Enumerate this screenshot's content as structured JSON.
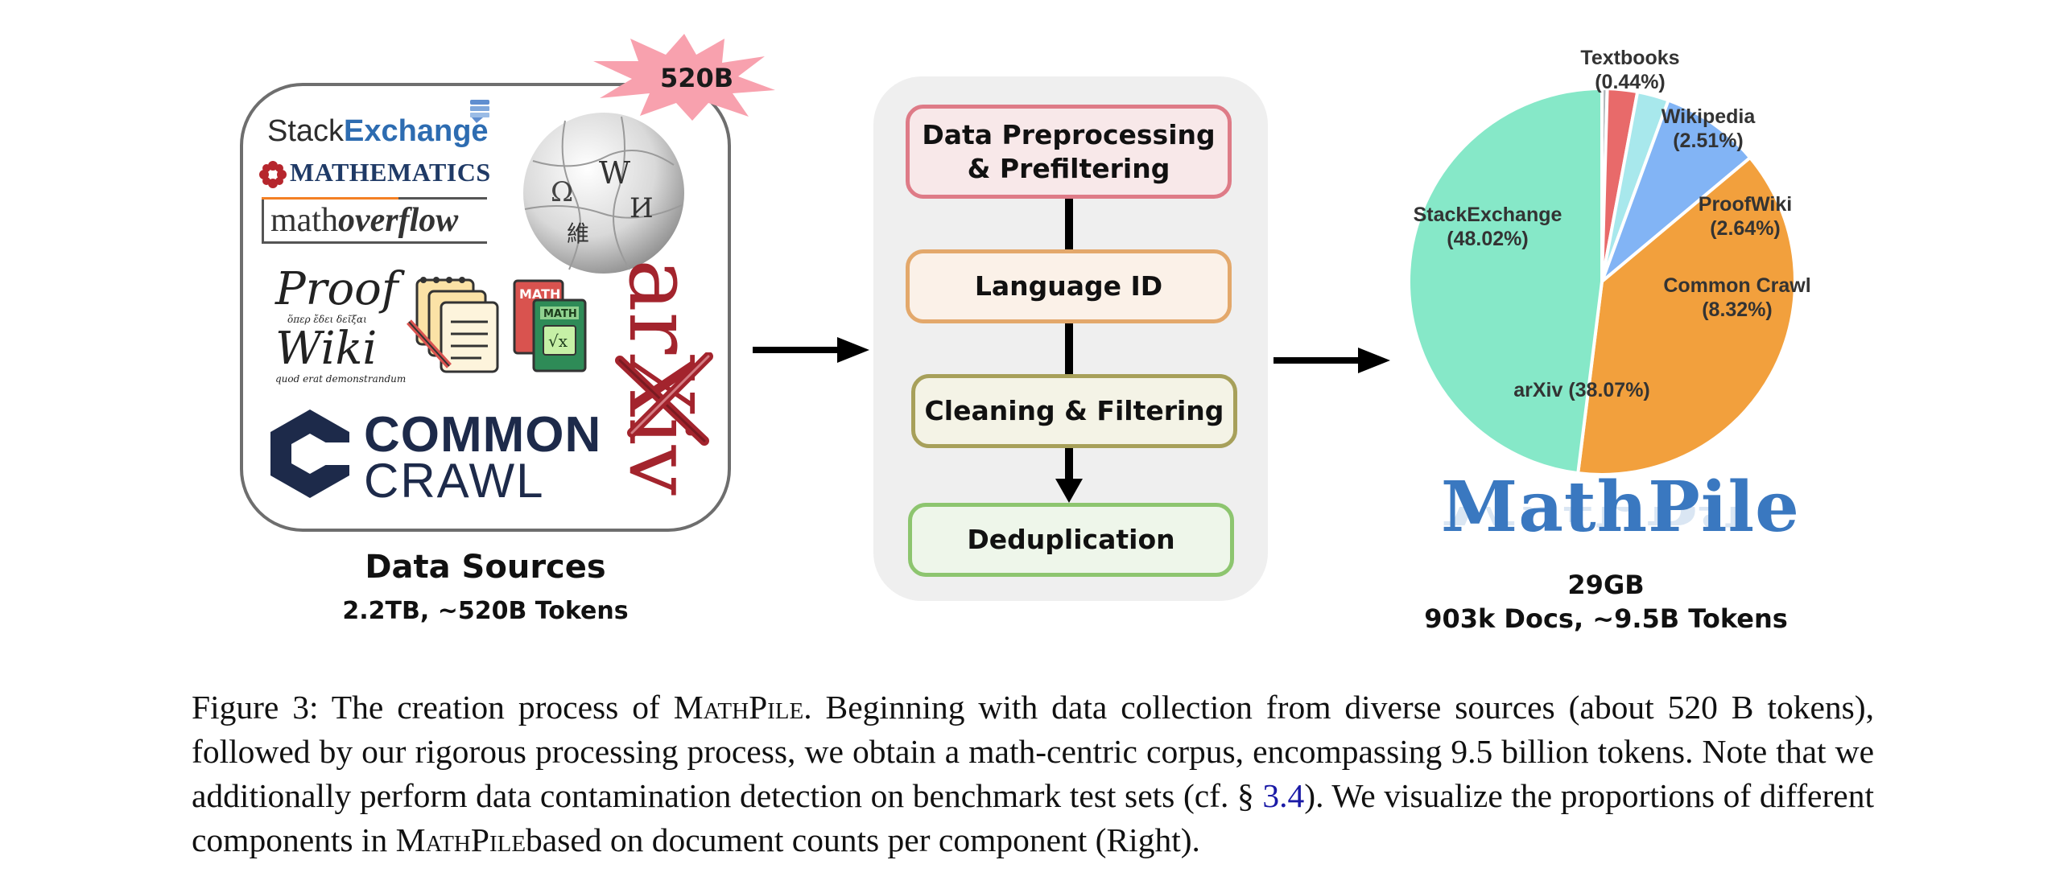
{
  "sources": {
    "burst_label": "520B",
    "stackexchange": {
      "part1": "Stack",
      "part2": "Exchange"
    },
    "mathematics": "MATHEMATICS",
    "mathoverflow": {
      "part1": "math",
      "part2": "overflow"
    },
    "proofwiki": {
      "line1": "Proof",
      "greek": "ὅπερ ἔδει δεῖξαι",
      "line2": "Wiki",
      "latin": "quod erat demonstrandum"
    },
    "commoncrawl": {
      "line1": "COMMON",
      "line2": "CRAWL"
    },
    "arxiv": "arXiv",
    "wiki_glyphs": [
      "W",
      "Ω",
      "И",
      "維"
    ],
    "math_book": "MATH",
    "title": "Data Sources",
    "subtitle": "2.2TB, ~520B Tokens"
  },
  "pipeline": {
    "steps": [
      {
        "line1": "Data Preprocessing",
        "line2": "& Prefiltering",
        "color": "#de7b87"
      },
      {
        "line1": "Language ID",
        "color": "#e3a86b"
      },
      {
        "line1": "Cleaning & Filtering",
        "color": "#a7a05a"
      },
      {
        "line1": "Deduplication",
        "color": "#8dc56f"
      }
    ]
  },
  "chart_data": {
    "type": "pie",
    "slices": [
      {
        "name": "Textbooks",
        "pct_label": "(0.44%)",
        "value": 0.44,
        "color": "#b3b9bd"
      },
      {
        "name": "Wikipedia",
        "pct_label": "(2.51%)",
        "value": 2.51,
        "color": "#e86a6a"
      },
      {
        "name": "ProofWiki",
        "pct_label": "(2.64%)",
        "value": 2.64,
        "color": "#a8e8ec"
      },
      {
        "name": "Common Crawl",
        "pct_label": "(8.32%)",
        "value": 8.32,
        "color": "#82b4f5"
      },
      {
        "name": "arXiv",
        "pct_label": "(38.07%)",
        "value": 38.07,
        "color": "#f2a03d"
      },
      {
        "name": "StackExchange",
        "pct_label": "(48.02%)",
        "value": 48.02,
        "color": "#86e8c8"
      }
    ]
  },
  "result": {
    "brand": "MathPile",
    "size": "29GB",
    "docs": "903k Docs, ~9.5B Tokens"
  },
  "caption": {
    "fig": "Figure 3: The creation process of ",
    "name": "MathPile",
    "part2": ". Beginning with data collection from diverse sources (about 520 B tokens), followed by our rigorous processing process, we obtain a math-centric corpus, encompassing 9.5 billion tokens. Note that we additionally perform data contamination detection on benchmark test sets (cf. § ",
    "ref": "3.4",
    "part3": "). We visualize the proportions of different components in ",
    "name2": "MathPile",
    "part4": "based on document counts per component (Right)."
  }
}
